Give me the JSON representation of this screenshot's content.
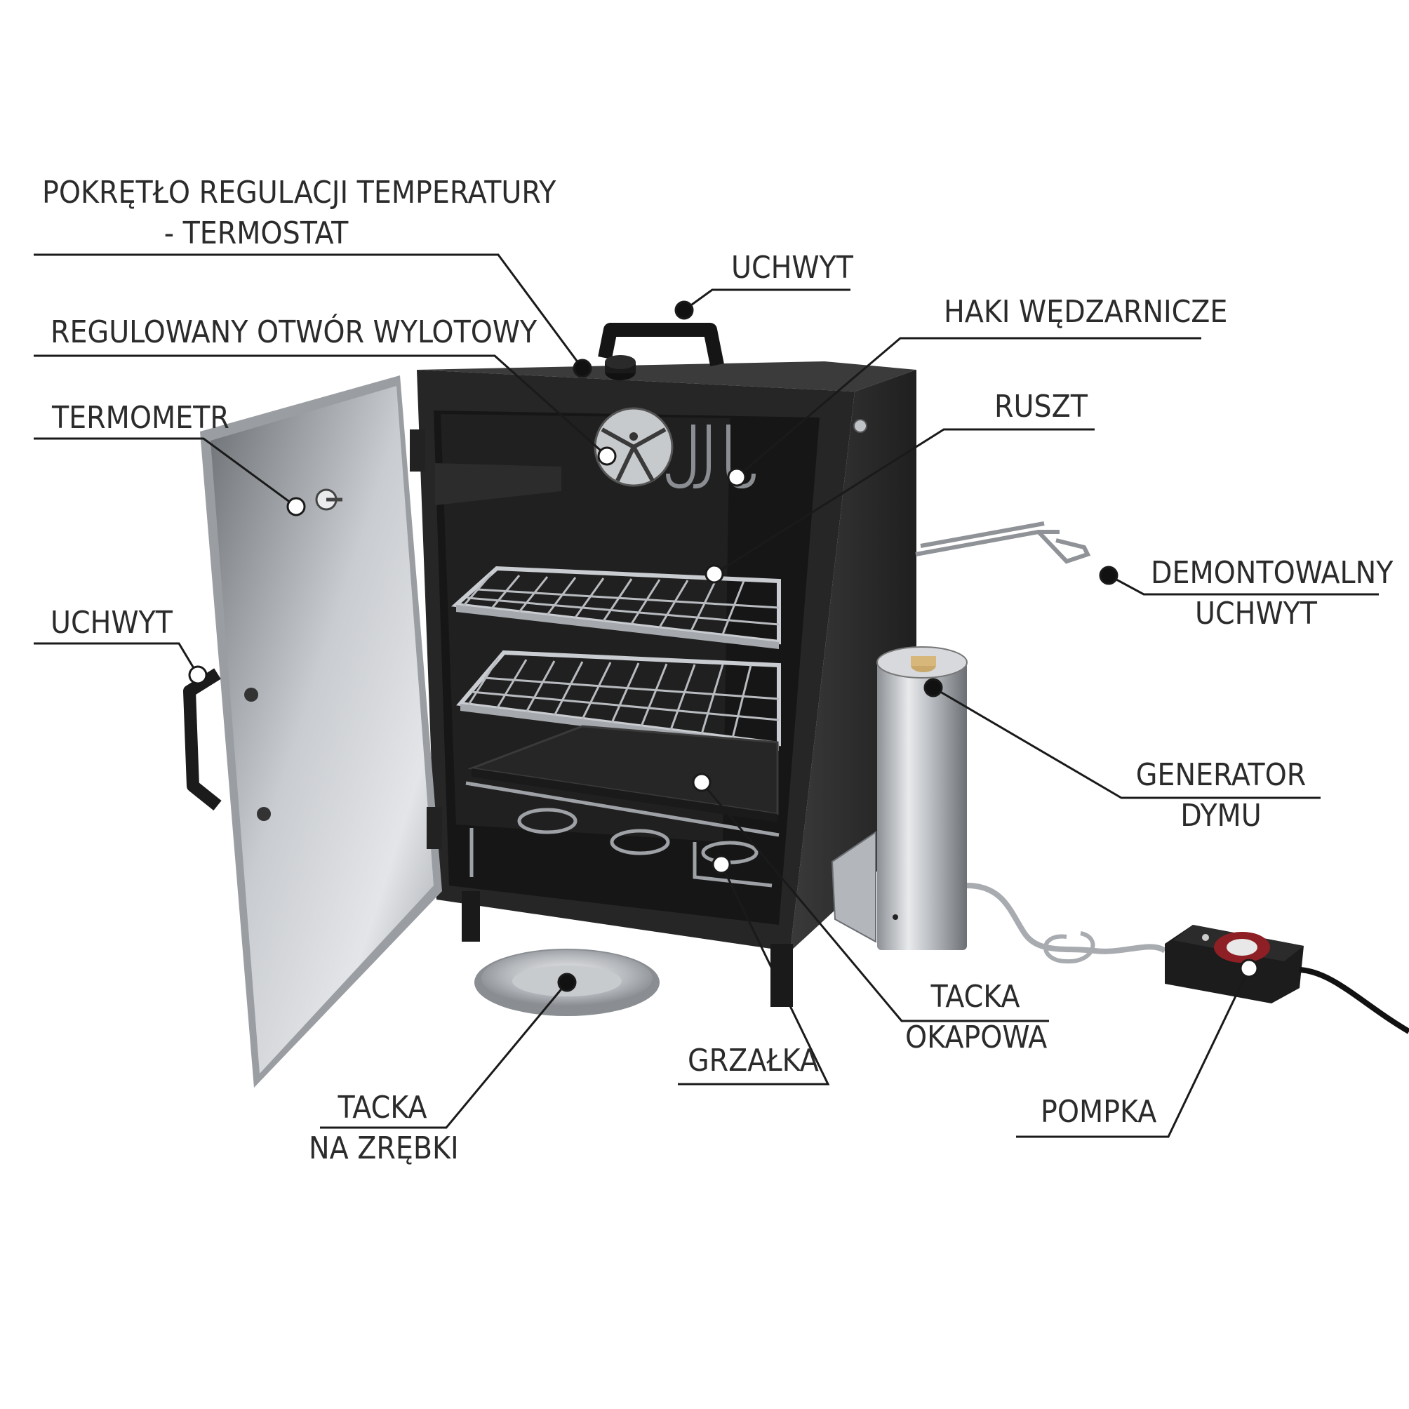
{
  "labels": {
    "thermostat": [
      "POKRĘTŁO REGULACJI TEMPERATURY",
      "- TERMOSTAT"
    ],
    "vent": "REGULOWANY OTWÓR WYLOTOWY",
    "thermometer": "TERMOMETR",
    "door_handle": "UCHWYT",
    "top_handle": "UCHWYT",
    "hooks": "HAKI WĘDZARNICZE",
    "grate": "RUSZT",
    "removable_handle": [
      "DEMONTOWALNY",
      "UCHWYT"
    ],
    "smoke_generator": [
      "GENERATOR",
      "DYMU"
    ],
    "drip_tray": [
      "TACKA",
      "OKAPOWA"
    ],
    "heater": "GRZAŁKA",
    "pump": "POMPKA",
    "chip_tray": [
      "TACKA",
      "NA ZRĘBKI"
    ]
  },
  "colors": {
    "body": "#2a2a2a",
    "interior": "#1c1c1c",
    "steel": "#b9bcc0",
    "leader": "#1a1a1a",
    "text": "#2b2b2b"
  }
}
